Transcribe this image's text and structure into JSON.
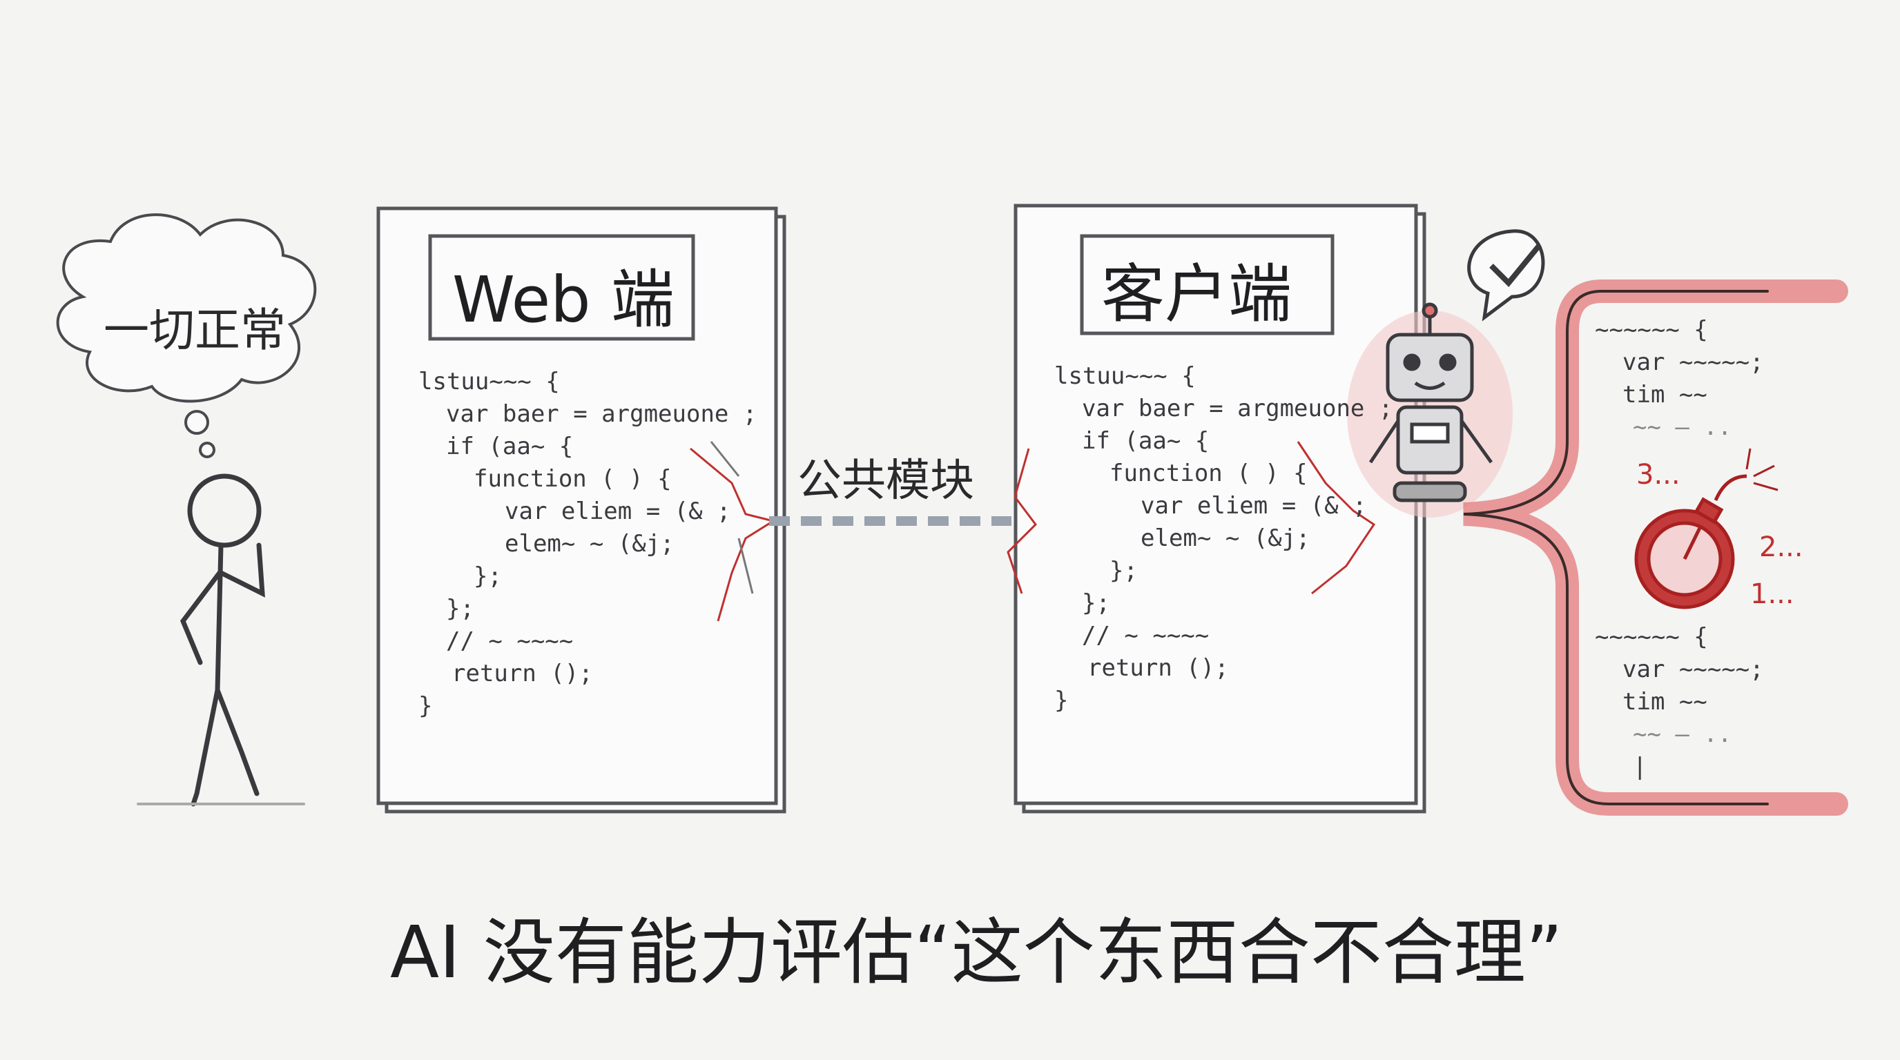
{
  "thought_bubble": {
    "text": "一切正常"
  },
  "web_panel": {
    "title": "Web 端",
    "code_lines": [
      "lstuu~~~ {",
      "var baer = argmeuone ;",
      "if (aa~ {",
      "function ( ) {",
      "var eliem = (& ;",
      "elem~ ~ (&j;",
      "};",
      "};",
      "// ~ ~~~~",
      "return ();",
      "}"
    ]
  },
  "shared_module": {
    "label": "公共模块"
  },
  "client_panel": {
    "title": "客户端",
    "code_lines": [
      "lstuu~~~ {",
      "var baer = argmeuone ;",
      "if (aa~ {",
      "function ( ) {",
      "var eliem = (& ;",
      "elem~ ~ (&j;",
      "};",
      "};",
      "// ~ ~~~~",
      "return ();",
      "}"
    ]
  },
  "robot": {
    "bubble_icon": "checkmark-icon"
  },
  "red_section": {
    "block1": [
      "~~~~~~ {",
      "var ~~~~~;",
      "tim ~~",
      "~~ – .."
    ],
    "countdown": [
      "3...",
      "2...",
      "1..."
    ],
    "block2": [
      "~~~~~~ {",
      "var ~~~~~;",
      "tim ~~",
      "~~ – ..",
      "|"
    ]
  },
  "caption": {
    "text": "AI 没有能力评估“这个东西合不合理”"
  },
  "colors": {
    "ink": "#2a2a2c",
    "accent_red": "#c0302f",
    "paper": "#f4f4f3"
  }
}
